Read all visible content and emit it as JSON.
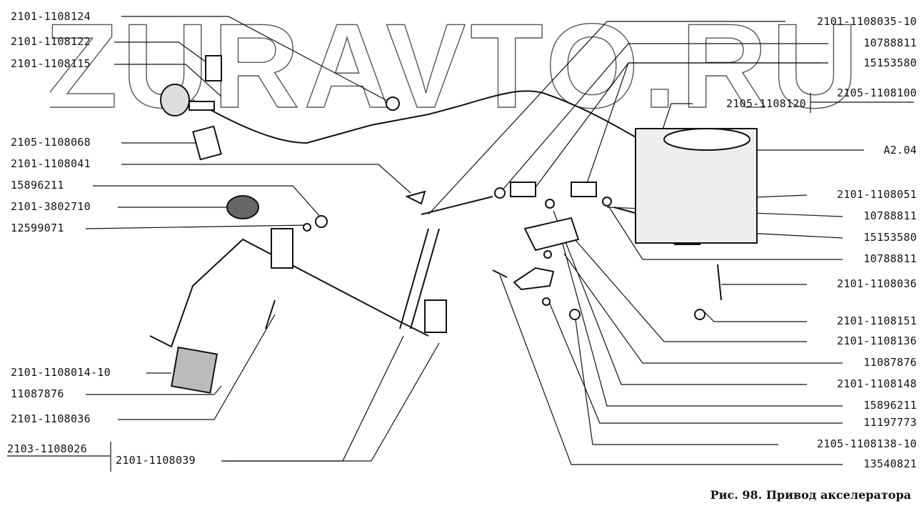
{
  "watermark": "ZURAVTO.RU",
  "caption": "Рис. 98. Привод акселератора",
  "labels_left": [
    "2101-1108124",
    "2101-1108122",
    "2101-1108115",
    "2105-1108068",
    "2101-1108041",
    "15896211",
    "2101-3802710",
    "12599071",
    "2101-1108014-10",
    "11087876",
    "2101-1108036",
    "2103-1108026",
    "2101-1108039"
  ],
  "labels_right": [
    "2101-1108035-10",
    "10788811",
    "15153580",
    "2105-1108100",
    "2105-1108120",
    "A2.04",
    "2101-1108051",
    "10788811",
    "15153580",
    "10788811",
    "2101-1108036",
    "2101-1108151",
    "2101-1108136",
    "11087876",
    "2101-1108148",
    "15896211",
    "11197773",
    "2105-1108138-10",
    "13540821"
  ]
}
